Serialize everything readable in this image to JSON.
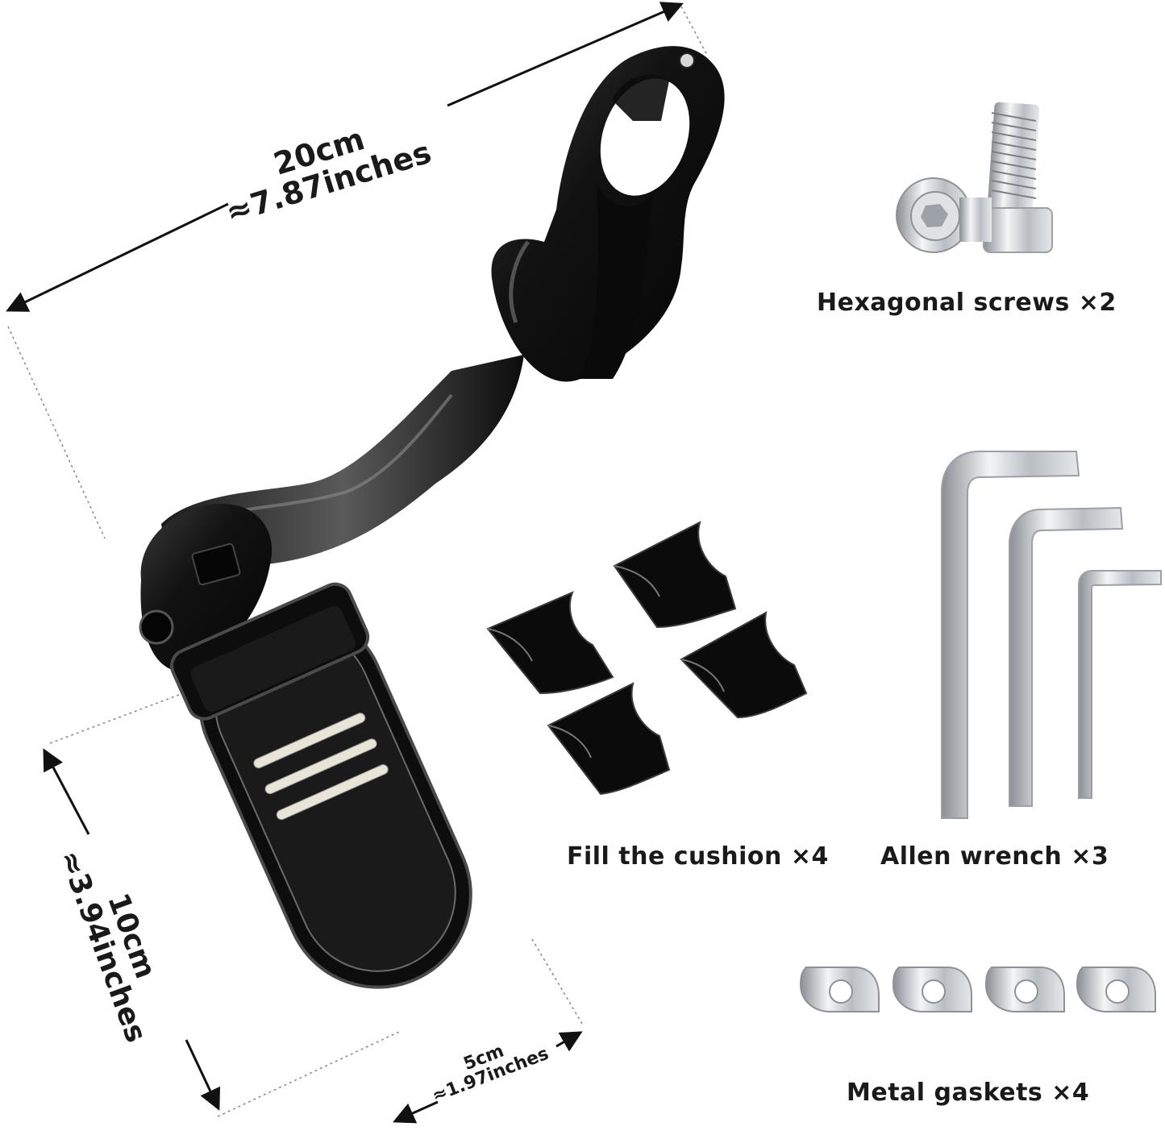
{
  "dimensions": {
    "length": {
      "metric": "20cm",
      "imperial": "≈7.87inches"
    },
    "height": {
      "metric": "10cm",
      "imperial": "≈3.94inches"
    },
    "width": {
      "metric": "5cm",
      "imperial": "≈1.97inches"
    }
  },
  "parts": [
    {
      "label": "Hexagonal screws ×2",
      "icon": "hex-screw-icon"
    },
    {
      "label": "Fill the cushion ×4",
      "icon": "cushion-icon"
    },
    {
      "label": "Allen wrench ×3",
      "icon": "allen-wrench-icon"
    },
    {
      "label": "Metal gaskets ×4",
      "icon": "gasket-icon"
    }
  ],
  "colors": {
    "metal_black": "#111111",
    "chrome": "#c9cdd2",
    "background": "#ffffff"
  }
}
